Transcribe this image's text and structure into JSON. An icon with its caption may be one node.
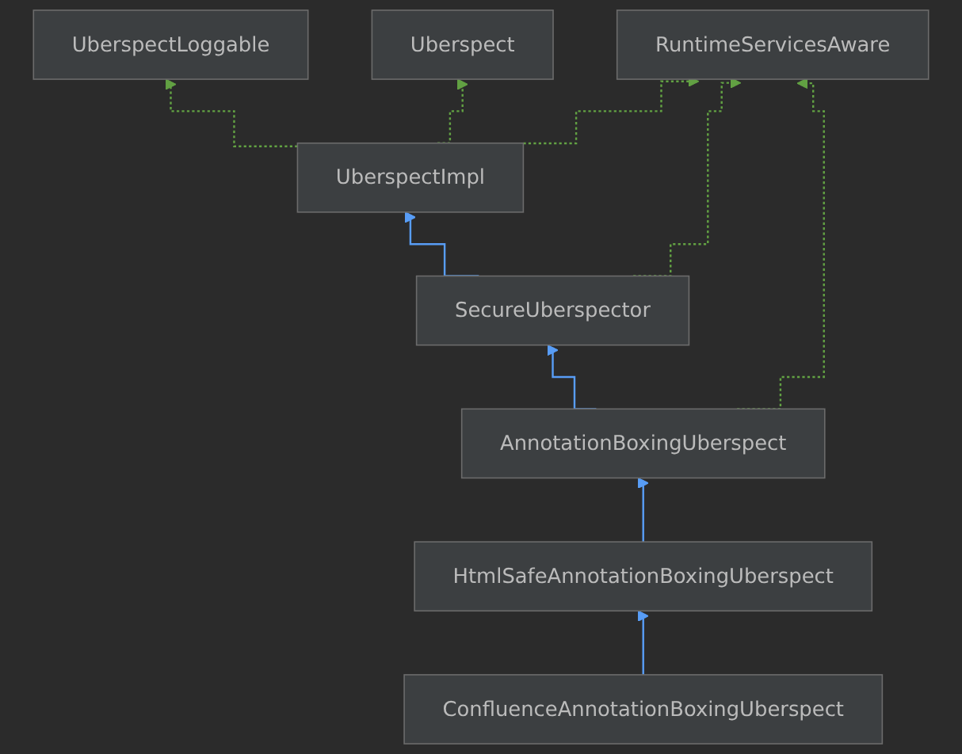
{
  "diagram": {
    "nodes": [
      {
        "text": [
          "UberspectLoggable"
        ]
      },
      {
        "text": [
          "Uberspect"
        ]
      },
      {
        "text": [
          "RuntimeServicesAware"
        ]
      },
      {
        "text": [
          "UberspectImpl"
        ]
      },
      {
        "text": [
          "SecureUberspector"
        ]
      },
      {
        "text": [
          "AnnotationBoxingUberspect"
        ]
      },
      {
        "text": [
          "HtmlSafeAnnotationBoxingUberspect"
        ]
      },
      {
        "text": [
          "ConfluenceAnnotationBoxingUberspect"
        ]
      }
    ],
    "edges": [
      {
        "from": 3,
        "to": 0,
        "arrow": "to",
        "style": "dashed"
      },
      {
        "from": 3,
        "to": 1,
        "arrow": "to",
        "style": "dashed"
      },
      {
        "from": 3,
        "to": 2,
        "arrow": "to",
        "style": "dashed"
      },
      {
        "from": 4,
        "to": 3,
        "arrow": "to",
        "color": "#589df6"
      },
      {
        "from": 4,
        "to": 2,
        "arrow": "to",
        "style": "dashed"
      },
      {
        "from": 5,
        "to": 4,
        "arrow": "to",
        "color": "#589df6"
      },
      {
        "from": 5,
        "to": 2,
        "arrow": "to",
        "style": "dashed"
      },
      {
        "from": 6,
        "to": 5,
        "arrow": "to",
        "color": "#589df6"
      },
      {
        "from": 7,
        "to": 6,
        "arrow": "to",
        "color": "#589df6"
      }
    ]
  }
}
